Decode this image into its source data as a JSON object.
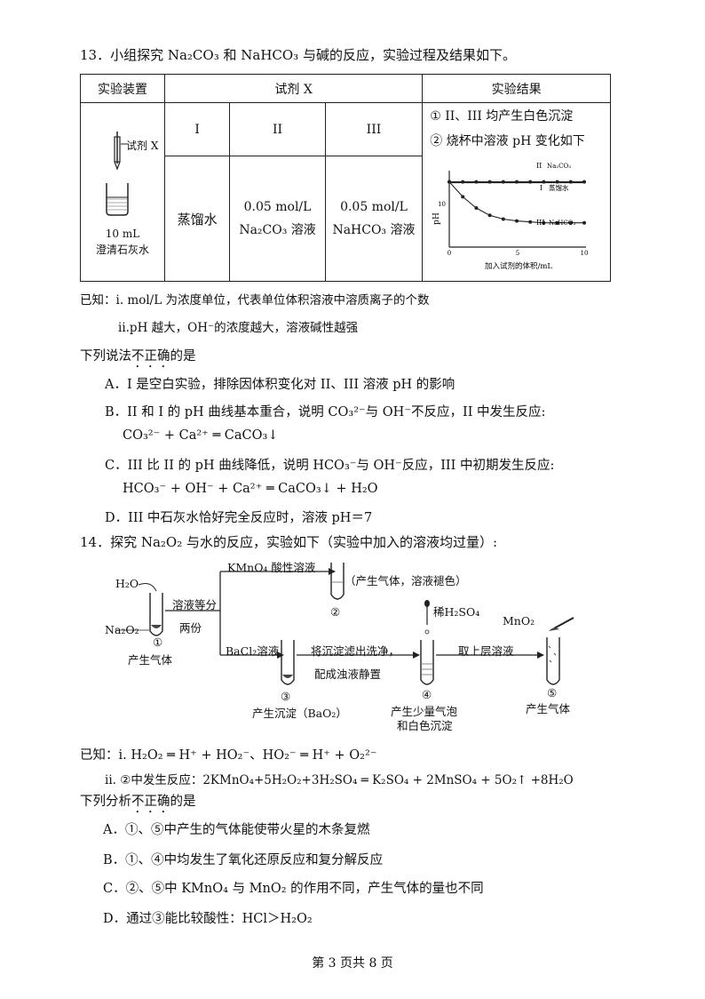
{
  "q13": {
    "stem": "13．小组探究 Na₂CO₃ 和 NaHCO₃ 与碱的反应，实验过程及结果如下。",
    "table": {
      "h_apparatus": "实验装置",
      "h_reagent": "试剂 X",
      "h_result": "实验结果",
      "col_I": "I",
      "col_II": "II",
      "col_III": "III",
      "reagent_I": "蒸馏水",
      "reagent_II_line1": "0.05 mol/L",
      "reagent_II_line2": "Na₂CO₃ 溶液",
      "reagent_III_line1": "0.05 mol/L",
      "reagent_III_line2": "NaHCO₃ 溶液",
      "apparatus_x": "试剂 X",
      "apparatus_line1": "10 mL",
      "apparatus_line2": "澄清石灰水",
      "result_1": "① II、III 均产生白色沉淀",
      "result_2": "② 烧杯中溶液 pH 变化如下"
    },
    "note1": "已知：i. mol/L 为浓度单位，代表单位体积溶液中溶质离子的个数",
    "note2": "ii.pH 越大，OH⁻的浓度越大，溶液碱性越强",
    "ask_prefix": "下列说法",
    "ask_dot": "不正确",
    "ask_suffix": "的是",
    "optA": "A．I 是空白实验，排除因体积变化对 II、III 溶液 pH 的影响",
    "optB": "B．II 和 I 的 pH 曲线基本重合，说明 CO₃²⁻与 OH⁻不反应，II 中发生反应:",
    "optB_eq": "CO₃²⁻ + Ca²⁺ ═  CaCO₃↓",
    "optC": "C．III 比 II 的 pH 曲线降低，说明 HCO₃⁻与 OH⁻反应，III 中初期发生反应:",
    "optC_eq": "HCO₃⁻ + OH⁻ + Ca²⁺ ═  CaCO₃↓ + H₂O",
    "optD": "D．III 中石灰水恰好完全反应时，溶液 pH＝7"
  },
  "chart_data": {
    "type": "line",
    "x_ticks": [
      "0",
      "5",
      "10"
    ],
    "y_ticks": [
      "10"
    ],
    "xlabel": "加入试剂的体积/mL",
    "ylabel": "pH",
    "series": [
      {
        "name": "II Na₂CO₃",
        "x": [
          0,
          1,
          2,
          3,
          4,
          5,
          6,
          7,
          8,
          9,
          10
        ],
        "y": [
          12.0,
          12.0,
          12.0,
          12.0,
          12.0,
          12.0,
          12.0,
          12.0,
          12.0,
          12.0,
          12.0
        ]
      },
      {
        "name": "I 蒸馏水",
        "x": [
          0,
          1,
          2,
          3,
          4,
          5,
          6,
          7,
          8,
          9,
          10
        ],
        "y": [
          11.95,
          11.95,
          11.95,
          11.95,
          11.95,
          11.95,
          11.95,
          11.95,
          11.95,
          11.95,
          11.95
        ]
      },
      {
        "name": "III NaHCO₃",
        "x": [
          0,
          1,
          2,
          3,
          4,
          5,
          6,
          7,
          8,
          9,
          10
        ],
        "y": [
          12.0,
          11.2,
          10.6,
          10.2,
          10.0,
          9.9,
          9.85,
          9.8,
          9.8,
          9.8,
          9.8
        ]
      }
    ],
    "label_II": "II",
    "label_II_sub": "Na₂CO₃",
    "label_I": "I",
    "label_I_sub": "蒸馏水",
    "label_III": "III",
    "label_III_sub": "NaHCO₃"
  },
  "q14": {
    "stem": "14．探究 Na₂O₂ 与水的反应，实验如下（实验中加入的溶液均过量）:",
    "h2o": "H₂O",
    "na2o2": "Na₂O₂",
    "split_top": "溶液等分",
    "split_bottom": "两份",
    "kmno4": "KMnO₄ 酸性溶液",
    "t2_note": "（产生气体，溶液褪色）",
    "bacl2": "BaCl₂溶液",
    "filter_top": "将沉淀滤出洗净，",
    "filter_bottom": "配成浊液静置",
    "h2so4": "稀H₂SO₄",
    "take": "取上层溶液",
    "mno2": "MnO₂",
    "n1": "①",
    "n2": "②",
    "n3": "③",
    "n4": "④",
    "n5": "⑤",
    "c1": "产生气体",
    "c3": "产生沉淀（BaO₂）",
    "c4a": "产生少量气泡",
    "c4b": "和白色沉淀",
    "c5": "产生气体",
    "note1": "已知：i. H₂O₂ ═ H⁺ + HO₂⁻、HO₂⁻ ═ H⁺ + O₂²⁻",
    "note2": "ii. ②中发生反应：2KMnO₄+5H₂O₂+3H₂SO₄ ═ K₂SO₄ + 2MnSO₄ + 5O₂↑ +8H₂O",
    "ask_prefix": "下列分析",
    "ask_dot": "不正确",
    "ask_suffix": "的是",
    "optA": "A．①、⑤中产生的气体能使带火星的木条复燃",
    "optB": "B．①、④中均发生了氧化还原反应和复分解反应",
    "optC": "C．②、⑤中 KMnO₄ 与 MnO₂ 的作用不同，产生气体的量也不同",
    "optD": "D．通过③能比较酸性：HCl＞H₂O₂"
  },
  "footer": "第 3 页共 8 页"
}
